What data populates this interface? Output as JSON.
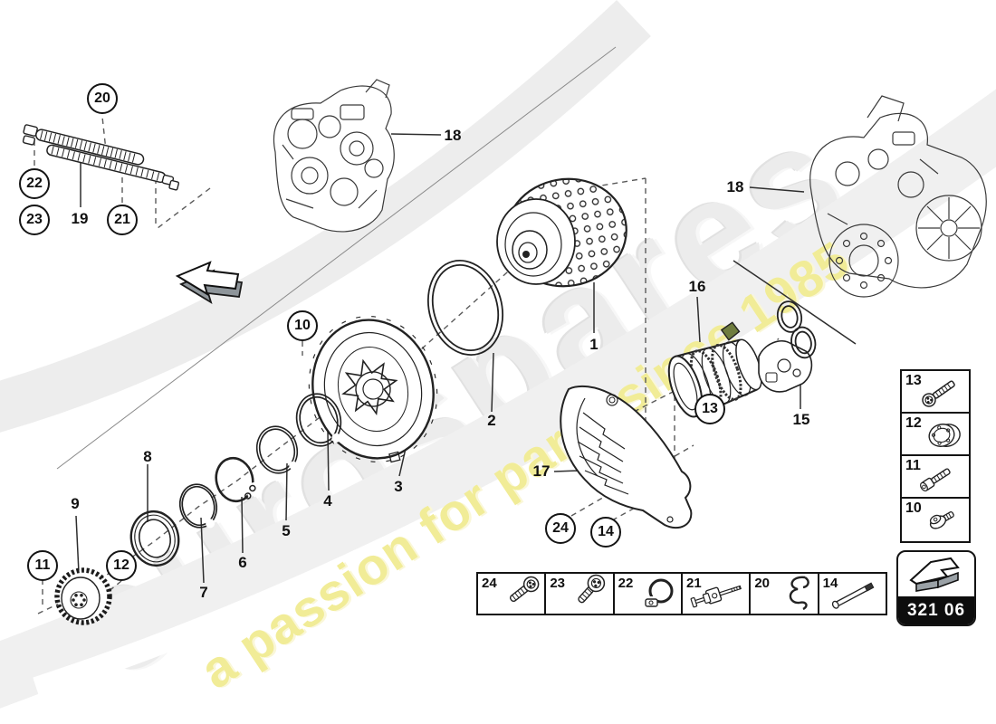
{
  "watermark": {
    "brand": "eurospares",
    "tagline": "a passion for parts since 1985",
    "brand_color": "#ececec",
    "tagline_color": "#f1ec97"
  },
  "callouts": [
    {
      "label": "20"
    },
    {
      "label": "22"
    },
    {
      "label": "23"
    },
    {
      "label": "21"
    },
    {
      "label": "10"
    },
    {
      "label": "11"
    },
    {
      "label": "12"
    },
    {
      "label": "13"
    },
    {
      "label": "24"
    },
    {
      "label": "14"
    }
  ],
  "part_labels": [
    {
      "label": "19"
    },
    {
      "label": "18"
    },
    {
      "label": "18"
    },
    {
      "label": "1"
    },
    {
      "label": "2"
    },
    {
      "label": "3"
    },
    {
      "label": "4"
    },
    {
      "label": "5"
    },
    {
      "label": "6"
    },
    {
      "label": "7"
    },
    {
      "label": "8"
    },
    {
      "label": "9"
    },
    {
      "label": "15"
    },
    {
      "label": "16"
    },
    {
      "label": "17"
    }
  ],
  "right_column": {
    "rows": [
      {
        "number": "13",
        "icon": "flange-bolt-icon"
      },
      {
        "number": "12",
        "icon": "end-cap-icon"
      },
      {
        "number": "11",
        "icon": "socket-head-bolt-icon"
      },
      {
        "number": "10",
        "icon": "flange-screw-icon"
      }
    ]
  },
  "bottom_table": {
    "cells": [
      {
        "number": "24",
        "icon": "torx-bolt-icon"
      },
      {
        "number": "23",
        "icon": "round-head-bolt-icon"
      },
      {
        "number": "22",
        "icon": "hose-clamp-icon"
      },
      {
        "number": "21",
        "icon": "screw-with-bracket-icon"
      },
      {
        "number": "20",
        "icon": "retaining-clip-icon"
      },
      {
        "number": "14",
        "icon": "stud-bolt-icon"
      }
    ]
  },
  "part_code_box": {
    "code": "321 06",
    "icon": "direction-arrow-icon"
  }
}
